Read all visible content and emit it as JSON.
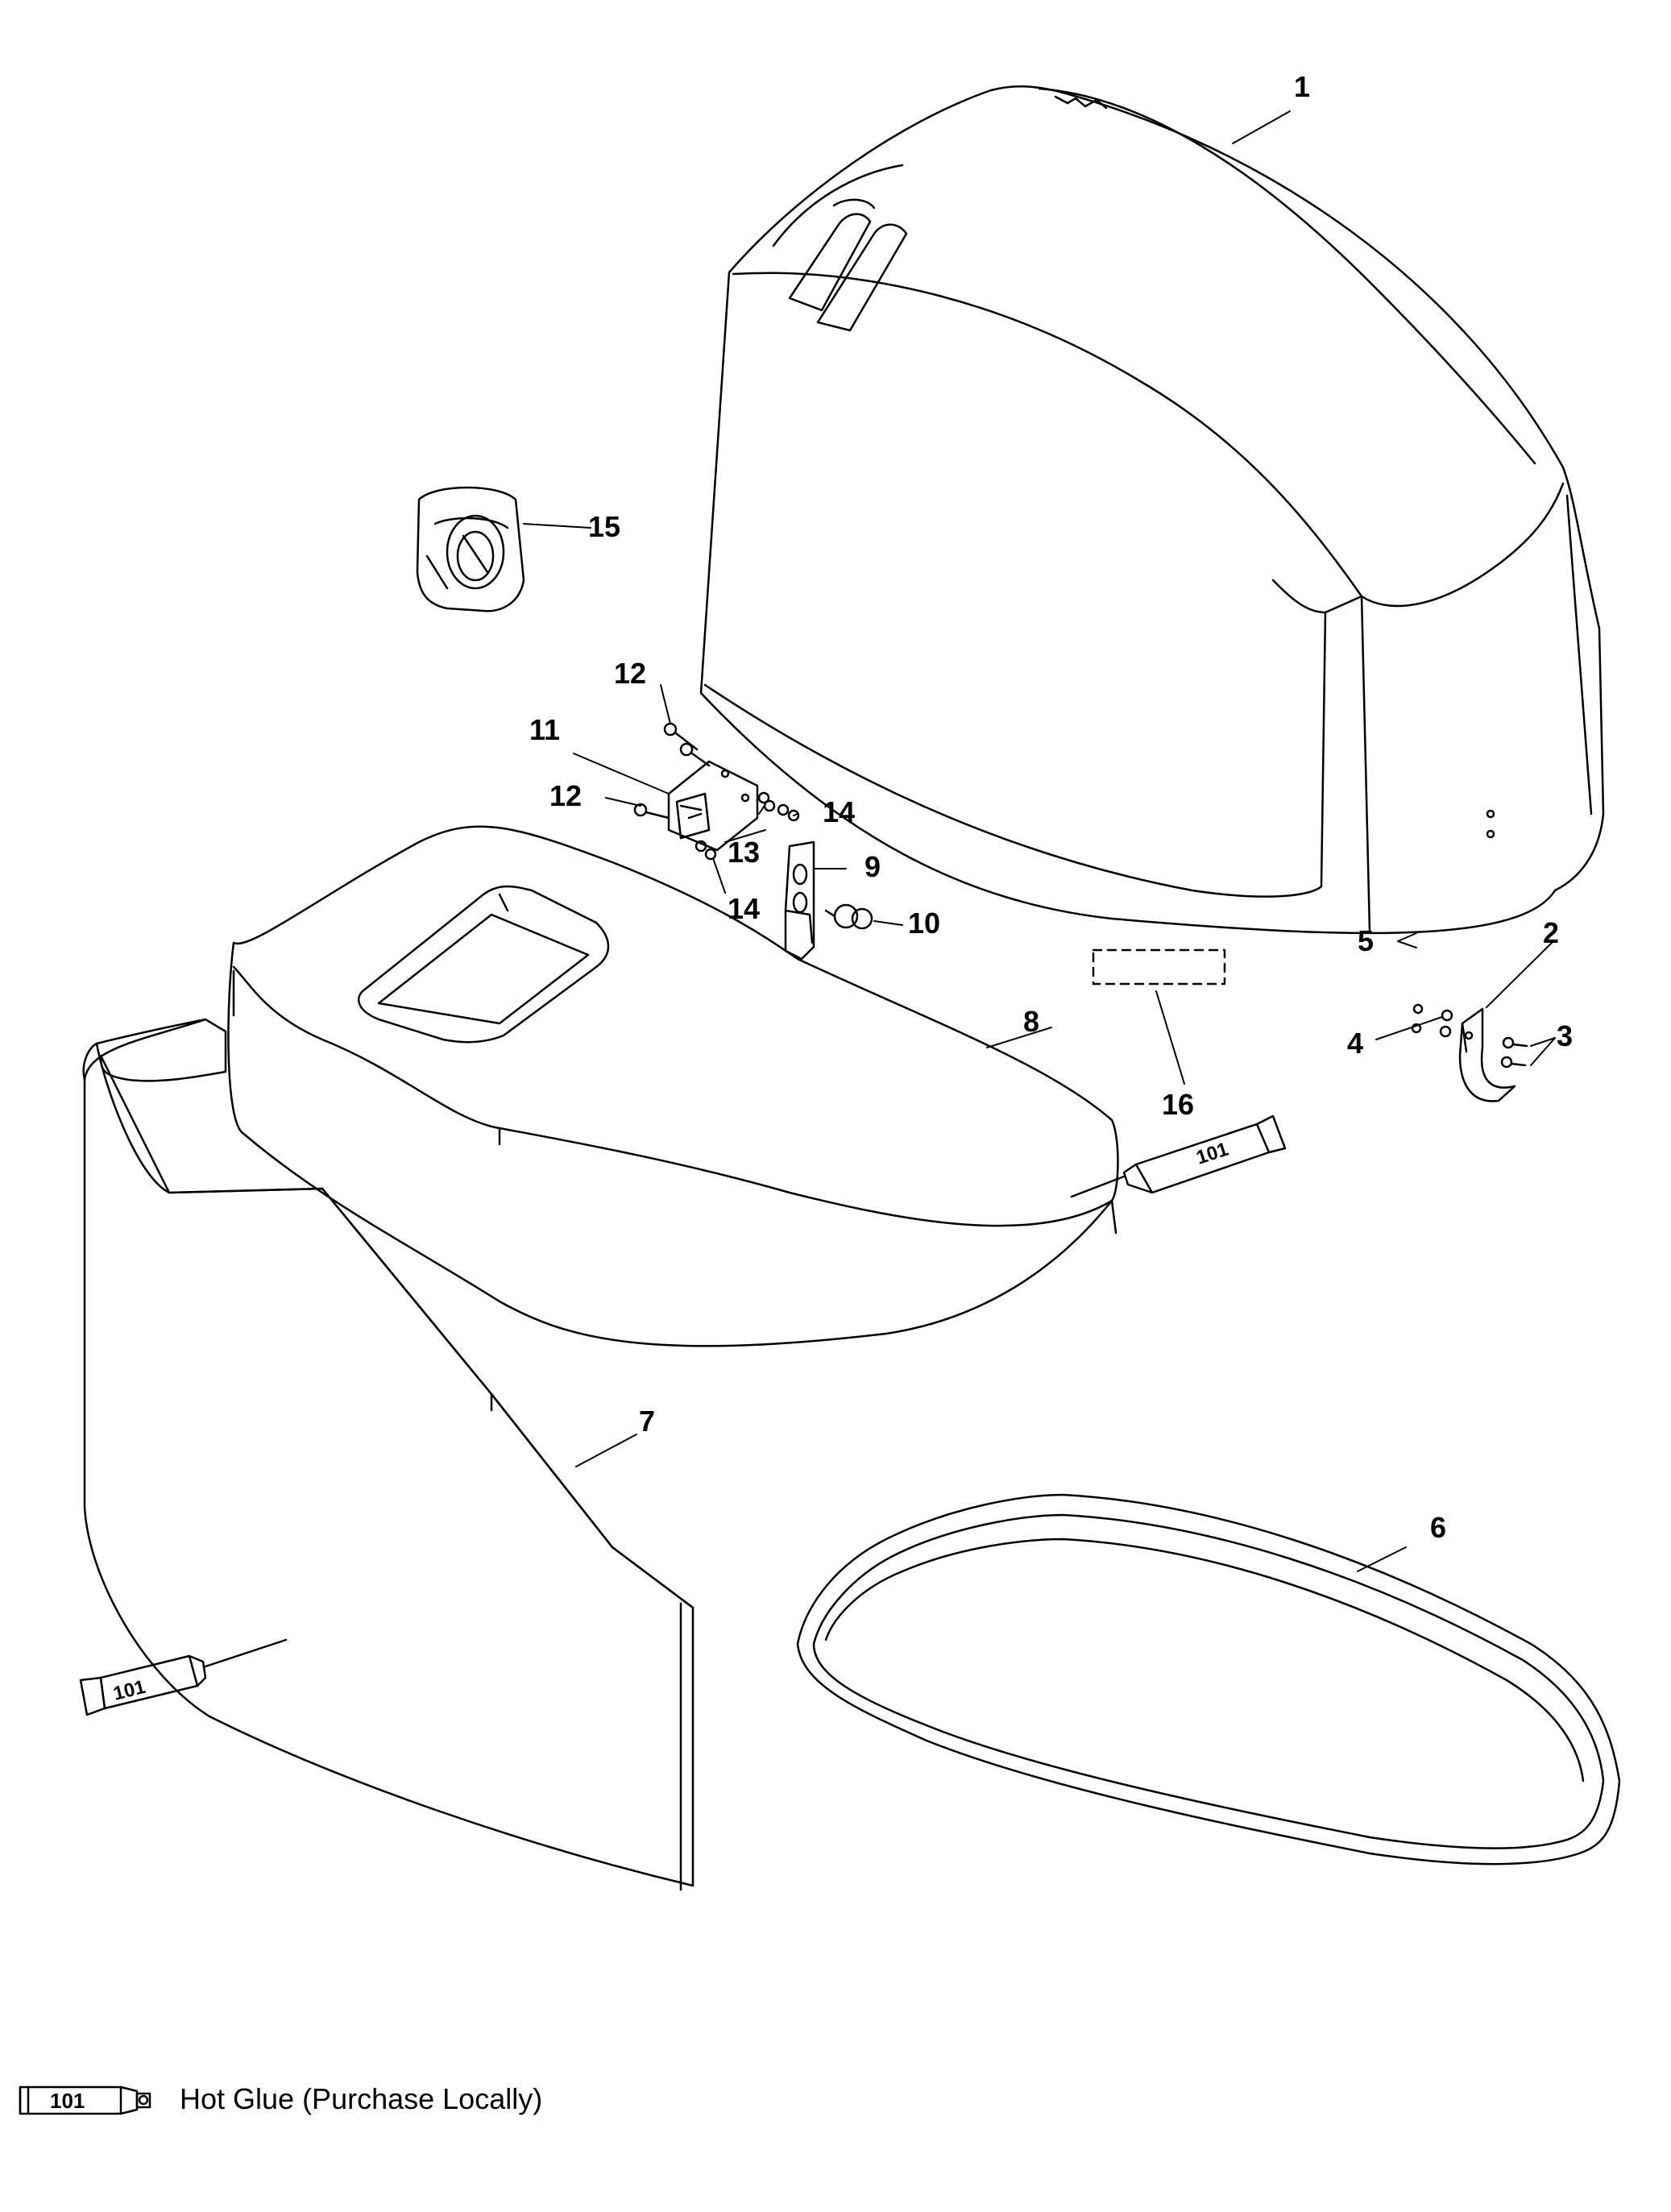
{
  "callouts": {
    "c1": "1",
    "c2": "2",
    "c3": "3",
    "c4": "4",
    "c5": "5",
    "c6": "6",
    "c7": "7",
    "c8": "8",
    "c9": "9",
    "c10": "10",
    "c11": "11",
    "c12a": "12",
    "c12b": "12",
    "c13": "13",
    "c14a": "14",
    "c14b": "14",
    "c15": "15",
    "c16": "16"
  },
  "glue_tube_label": "101",
  "legend": {
    "tube_label": "101",
    "text": "Hot Glue (Purchase Locally)"
  }
}
